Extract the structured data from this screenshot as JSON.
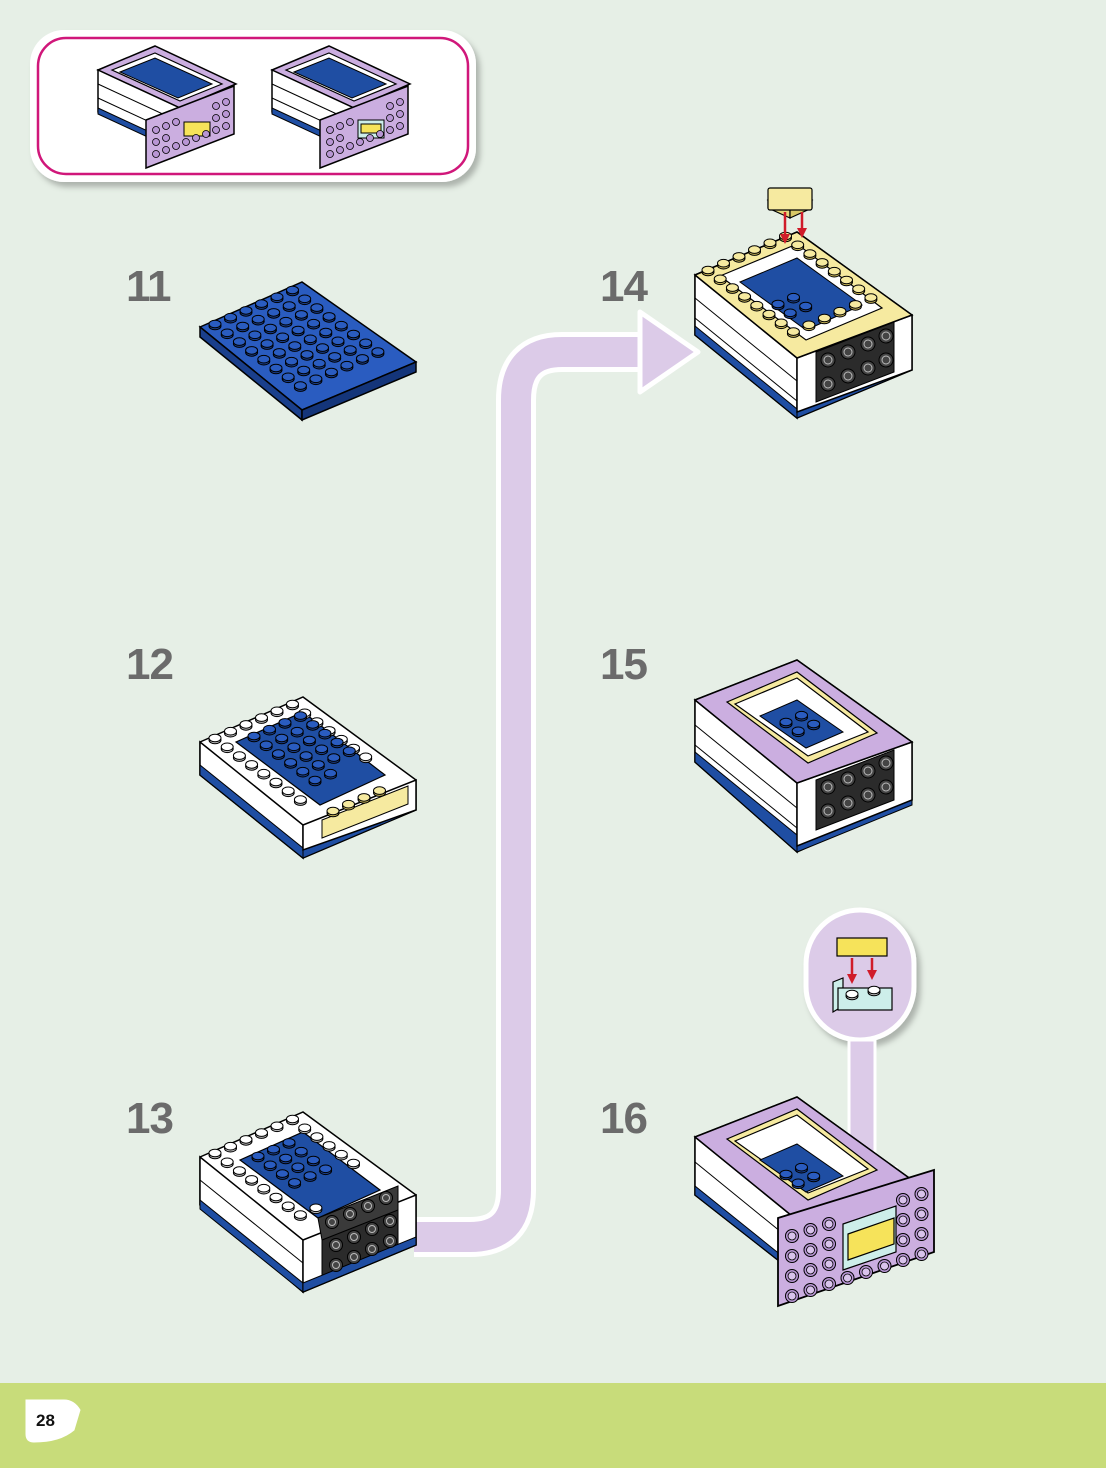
{
  "steps": [
    {
      "number": "11"
    },
    {
      "number": "12"
    },
    {
      "number": "13"
    },
    {
      "number": "14"
    },
    {
      "number": "15"
    },
    {
      "number": "16"
    }
  ],
  "page_number": "28",
  "colors": {
    "background": "#e6efe6",
    "footer": "#c8dc7a",
    "callout_border": "#d0177a",
    "flow_arrow": "#dccbe8",
    "blue_brick": "#1f4ea3",
    "lavender_brick": "#cbaee0",
    "yellow_brick": "#f6eaa0",
    "dark_brick": "#2b2b2b"
  },
  "icons": [
    "finished-drawer-icon",
    "flow-arrow-icon",
    "insert-arrow-icon",
    "red-down-arrow-icon"
  ]
}
